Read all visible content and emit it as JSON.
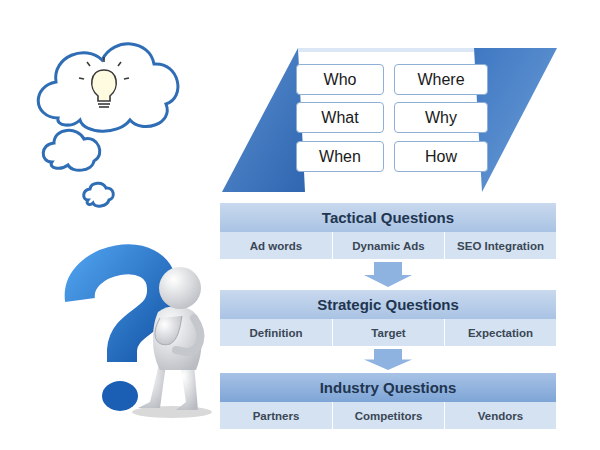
{
  "diagram": {
    "nodes": [
      {
        "text": [
          "Who"
        ]
      },
      {
        "text": [
          "Where"
        ]
      },
      {
        "text": [
          "What"
        ]
      },
      {
        "text": [
          "Why"
        ]
      },
      {
        "text": [
          "When"
        ]
      },
      {
        "text": [
          "How"
        ]
      },
      {
        "text": [
          "Tactical Questions"
        ]
      },
      {
        "text": [
          "Ad words"
        ],
        "in": 6
      },
      {
        "text": [
          "Dynamic Ads"
        ],
        "in": 6
      },
      {
        "text": [
          "SEO Integration"
        ],
        "in": 6
      },
      {
        "text": [
          "Strategic Questions"
        ]
      },
      {
        "text": [
          "Definition"
        ],
        "in": 10
      },
      {
        "text": [
          "Target"
        ],
        "in": 10
      },
      {
        "text": [
          "Expectation"
        ],
        "in": 10
      },
      {
        "text": [
          "Industry Questions"
        ]
      },
      {
        "text": [
          "Partners"
        ],
        "in": 14
      },
      {
        "text": [
          "Competitors"
        ],
        "in": 14
      },
      {
        "text": [
          "Vendors"
        ],
        "in": 14
      }
    ],
    "edges": [
      {
        "from": 6,
        "to": 10,
        "arrow": "to"
      },
      {
        "from": 10,
        "to": 14,
        "arrow": "to"
      }
    ]
  }
}
